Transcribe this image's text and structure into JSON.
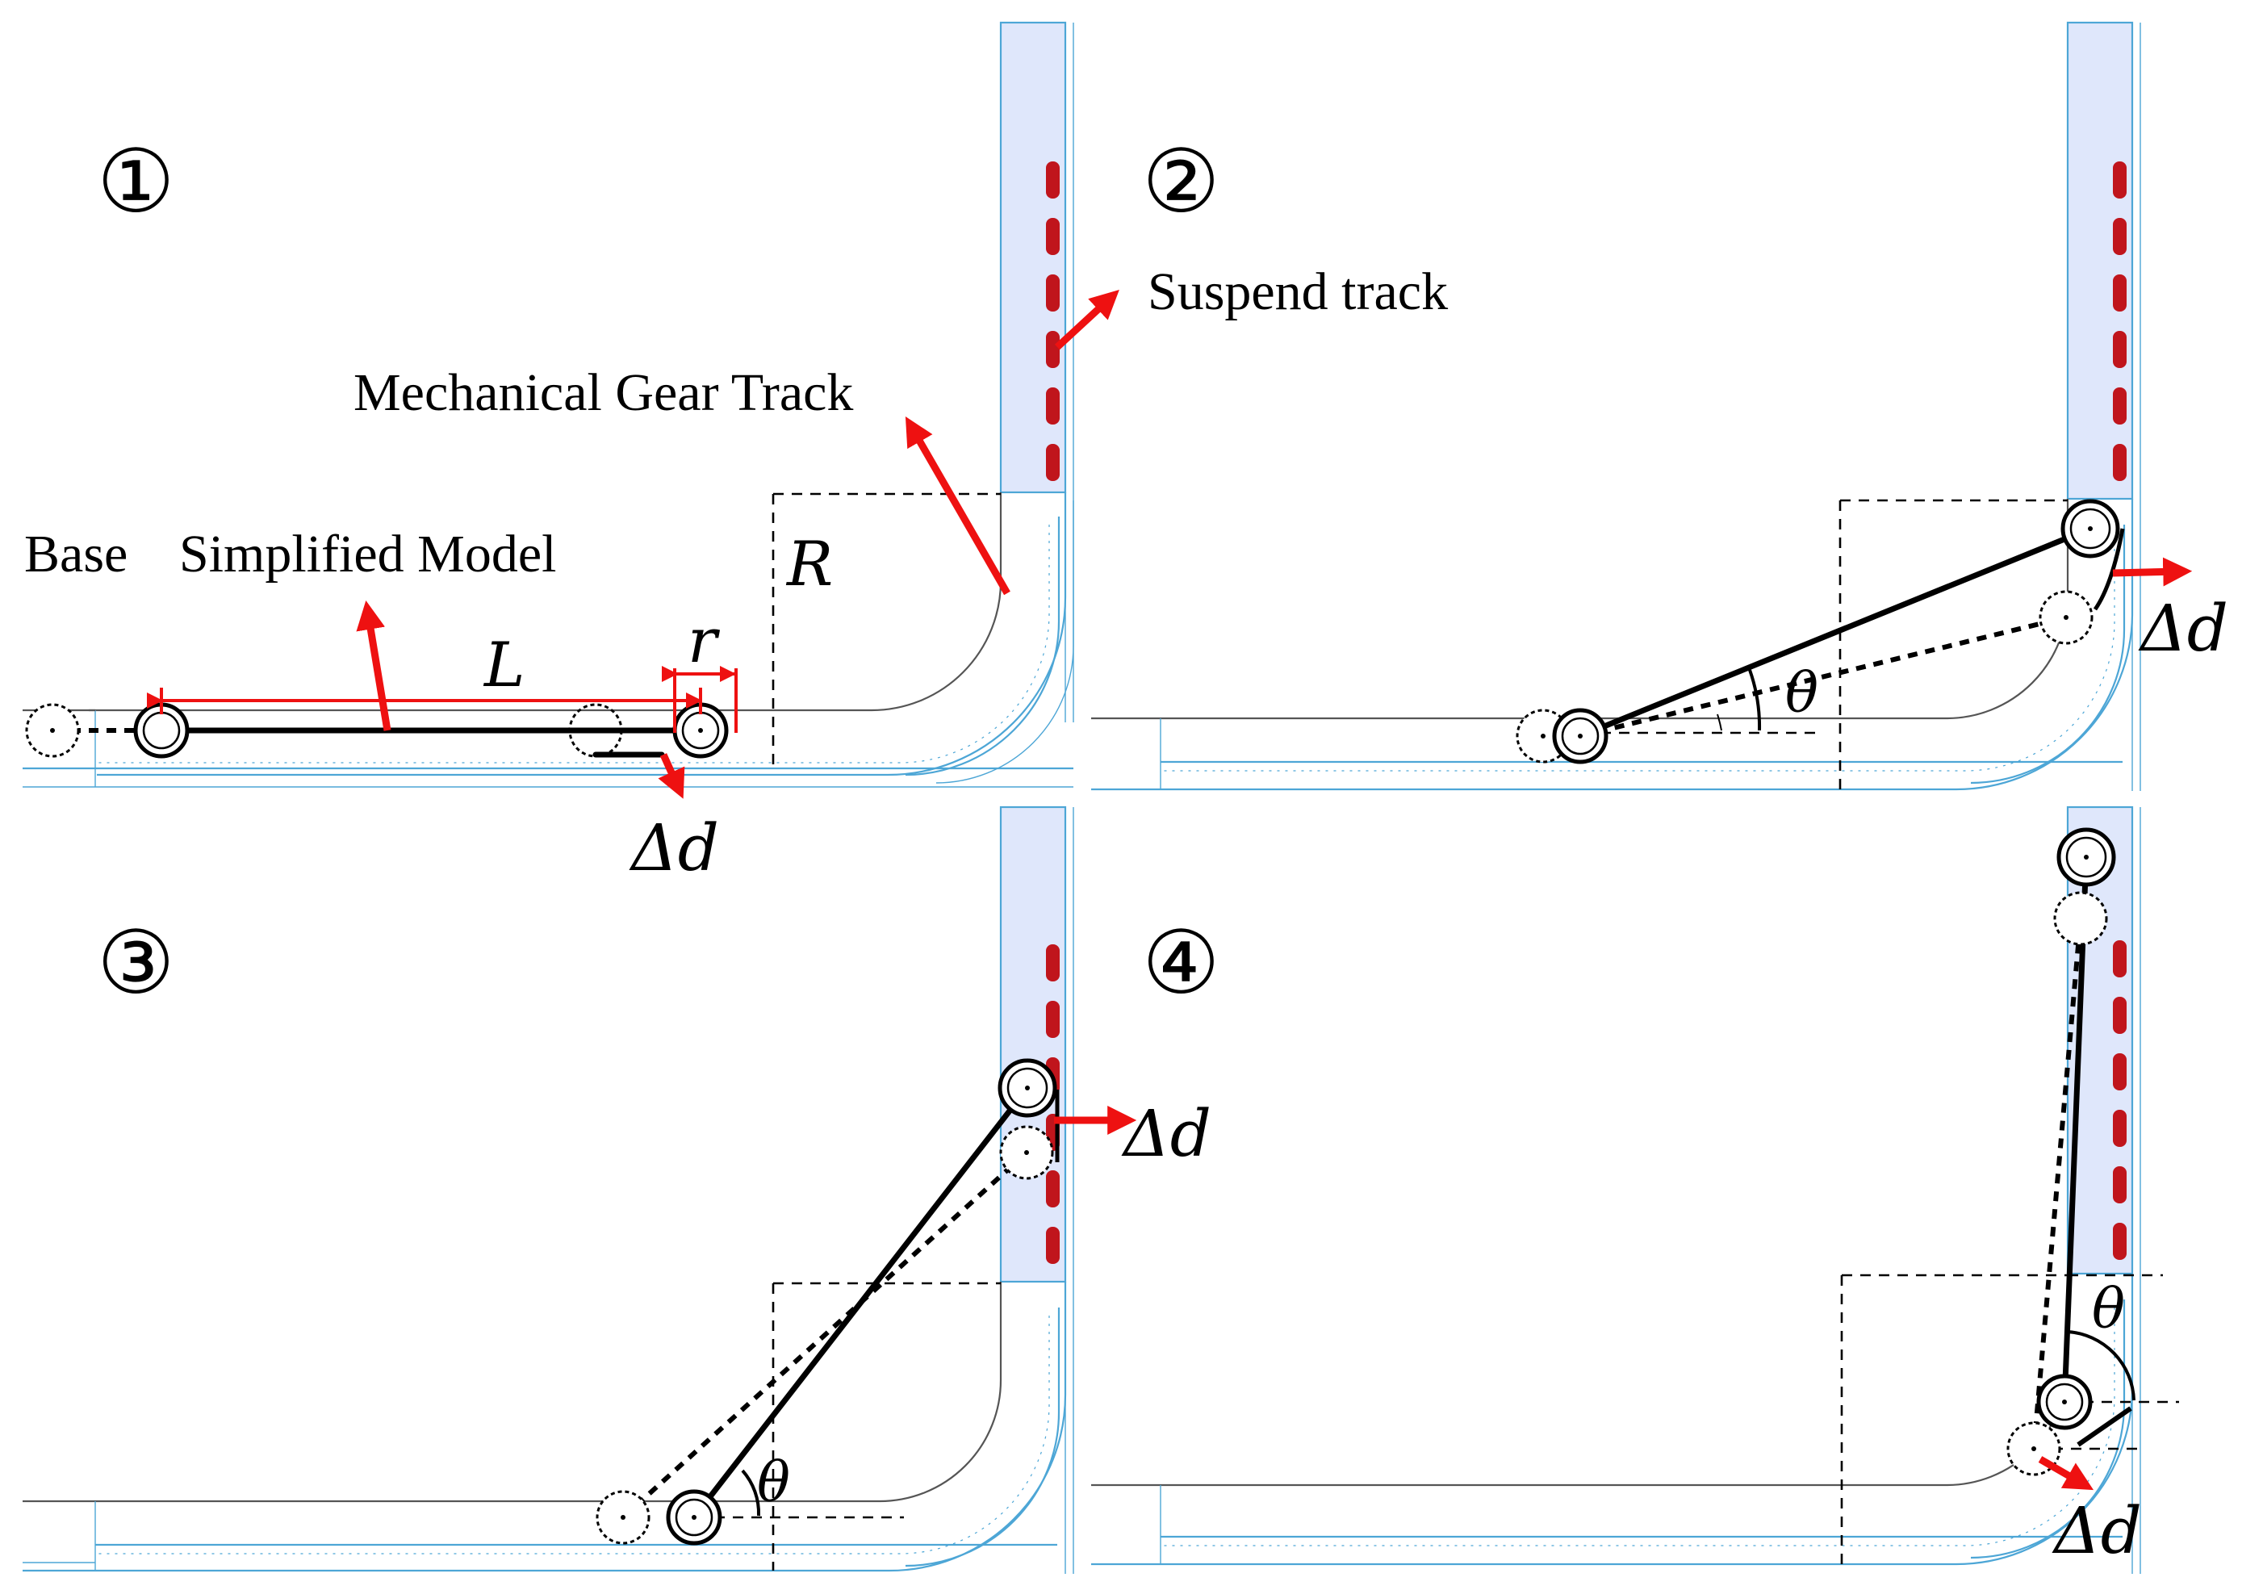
{
  "panels": [
    {
      "id": "1",
      "marker": "①"
    },
    {
      "id": "2",
      "marker": "②"
    },
    {
      "id": "3",
      "marker": "③"
    },
    {
      "id": "4",
      "marker": "④"
    }
  ],
  "labels": {
    "suspend_track": "Suspend track",
    "mechanical_gear_track": "Mechanical Gear Track",
    "base": "Base",
    "simplified_model": "Simplified Model"
  },
  "symbols": {
    "L": "L",
    "r": "r",
    "R": "R",
    "delta_d": "Δd",
    "theta": "θ"
  },
  "colors": {
    "arrow": "#ee1111",
    "track_segment": "#c0151c",
    "rail_outline": "#4da6d6",
    "rail_fill": "#dfe7fb",
    "link": "#000000"
  }
}
